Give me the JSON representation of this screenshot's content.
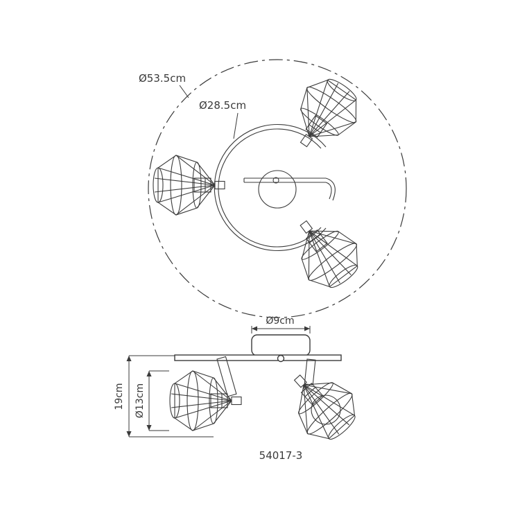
{
  "drawing": {
    "type": "technical-dimension-drawing",
    "product_code": "54017-3"
  },
  "colors": {
    "line": "#3a3a3a",
    "background": "#ffffff"
  },
  "top_view": {
    "outer_diameter_label": "Ø53.5cm",
    "inner_diameter_label": "Ø28.5cm"
  },
  "side_view": {
    "canopy_diameter_label": "Ø9cm",
    "height_label": "19cm",
    "shade_diameter_label": "Ø13cm"
  }
}
